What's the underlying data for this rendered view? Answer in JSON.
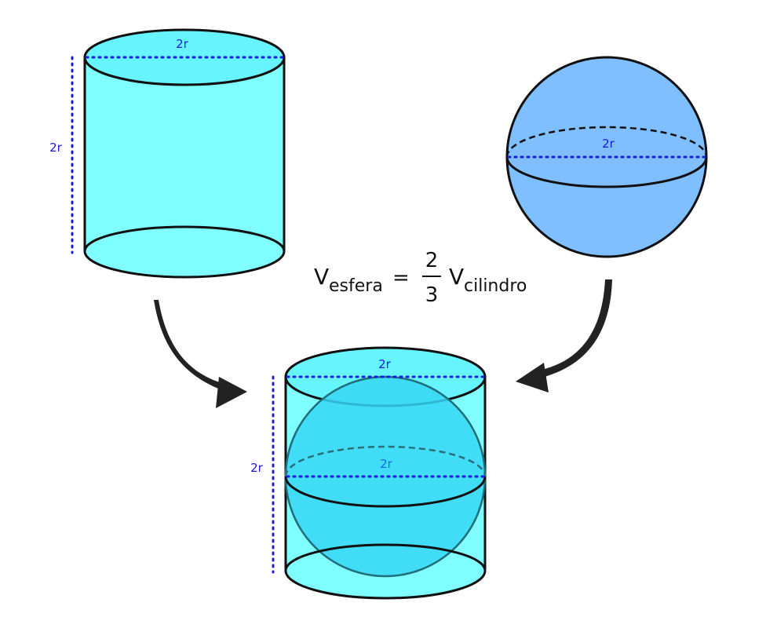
{
  "colors": {
    "cylinder_fill": "#7FFFFF",
    "cylinder_top_fill": "#66F5FF",
    "sphere_fill": "#7FBFFF",
    "inner_sphere_fill": "#36D6F5",
    "dimension_dots": "#1A1ADF",
    "label_text": "#1A1ADF",
    "outline": "#111111",
    "arrow": "#222222"
  },
  "labels": {
    "cylinder_diameter": "2r",
    "cylinder_height": "2r",
    "sphere_diameter": "2r",
    "combined_diameter_top": "2r",
    "combined_diameter_mid": "2r",
    "combined_height": "2r"
  },
  "formula": {
    "v": "V",
    "sphere_sub": "esfera",
    "equals": "=",
    "numerator": "2",
    "denominator": "3",
    "cylinder_sub": "cilindro"
  }
}
